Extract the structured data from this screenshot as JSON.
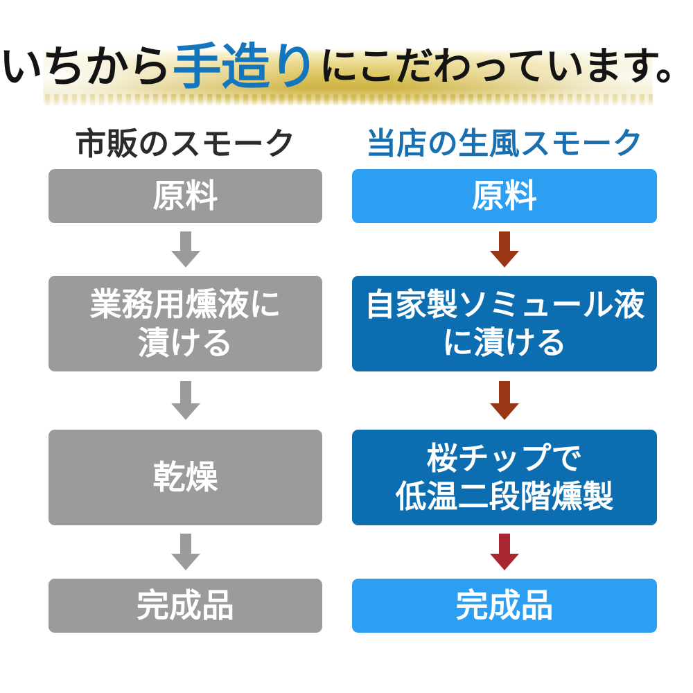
{
  "headline": {
    "full_text": "いちから手造りにこだわっています。",
    "lead": "いちから",
    "accent": "手造り",
    "tail": "にこだわっています。",
    "accent_color": "#1275bd",
    "brush_color": "#cfb444"
  },
  "columns": [
    {
      "id": "commercial-smoke",
      "title": "市販のスモーク",
      "title_color": "#2b2b2b",
      "box_color": "#9b9b9b",
      "arrow_colors": [
        "#9b9b9b",
        "#9b9b9b",
        "#9b9b9b"
      ],
      "steps": [
        {
          "label": "原料",
          "tone": "gray",
          "size": "small"
        },
        {
          "label": "業務用燻液に\n漬ける",
          "tone": "gray",
          "size": "tall"
        },
        {
          "label": "乾燥",
          "tone": "gray",
          "size": "tall"
        },
        {
          "label": "完成品",
          "tone": "gray",
          "size": "small"
        }
      ]
    },
    {
      "id": "house-nama-style-smoke",
      "title": "当店の生風スモーク",
      "title_color": "#1a6fae",
      "box_color_light": "#2c9ff2",
      "box_color_dark": "#0c6eb0",
      "arrow_colors": [
        "#9b3615",
        "#9b3615",
        "#a8262f"
      ],
      "steps": [
        {
          "label": "原料",
          "tone": "light",
          "size": "small"
        },
        {
          "label": "自家製ソミュール液\nに漬ける",
          "tone": "dark",
          "size": "tall"
        },
        {
          "label": "桜チップで\n低温二段階燻製",
          "tone": "dark",
          "size": "tall"
        },
        {
          "label": "完成品",
          "tone": "light",
          "size": "small"
        }
      ]
    }
  ]
}
